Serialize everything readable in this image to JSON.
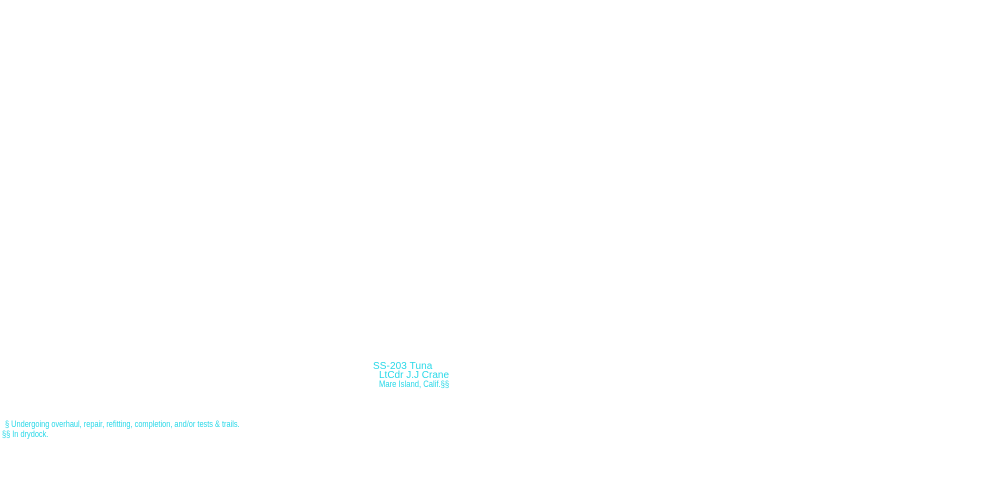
{
  "colors": {
    "text": "#2ad8e8",
    "background": "#ffffff"
  },
  "entry": {
    "name": "SS-203 Tuna",
    "commander": "LtCdr J.J Crane",
    "location": "Mare Island, Calif.§§"
  },
  "footnotes": {
    "single": "§ Undergoing overhaul, repair, refitting, completion, and/or tests & trails.",
    "double": "§§ In drydock."
  }
}
